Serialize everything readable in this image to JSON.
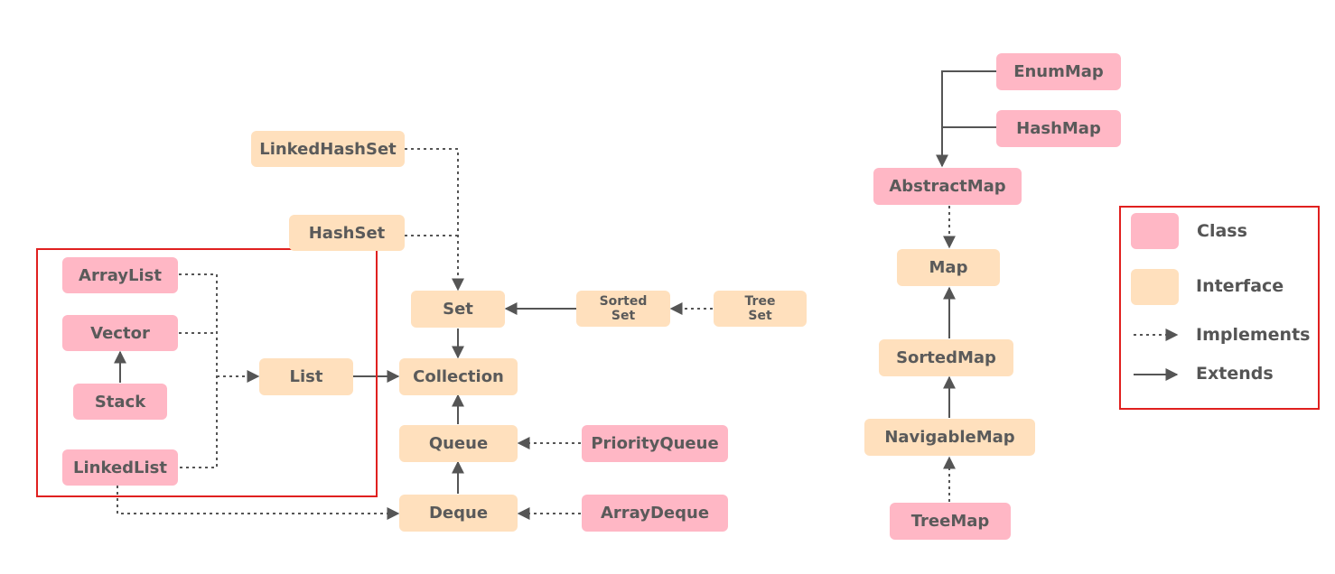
{
  "nodes": {
    "linkedhashset": "LinkedHashSet",
    "hashset": "HashSet",
    "arraylist": "ArrayList",
    "vector": "Vector",
    "stack": "Stack",
    "linkedlist": "LinkedList",
    "list": "List",
    "set": "Set",
    "collection": "Collection",
    "queue": "Queue",
    "deque": "Deque",
    "sortedset_line1": "Sorted",
    "sortedset_line2": "Set",
    "treeset_line1": "Tree",
    "treeset_line2": "Set",
    "priorityqueue": "PriorityQueue",
    "arraydeque": "ArrayDeque",
    "enummap": "EnumMap",
    "hashmap": "HashMap",
    "abstractmap": "AbstractMap",
    "map": "Map",
    "sortedmap": "SortedMap",
    "navigablemap": "NavigableMap",
    "treemap": "TreeMap"
  },
  "legend": {
    "class": "Class",
    "interface": "Interface",
    "implements": "Implements",
    "extends": "Extends"
  },
  "colors": {
    "class": "#ffb7c5",
    "interface": "#ffe0bd",
    "frame": "#e0201f",
    "line": "#555555"
  }
}
